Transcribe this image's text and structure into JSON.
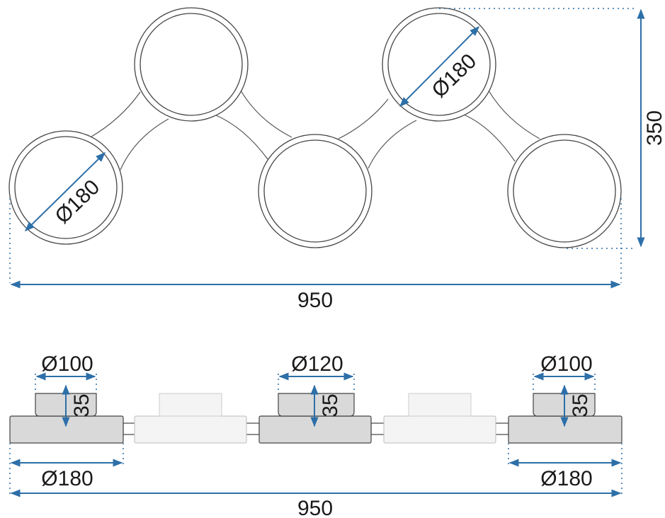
{
  "colors": {
    "dimension_line": "#2d6fa8",
    "outline": "#444444",
    "ring_fill": "#ffffff",
    "body_fill": "#d9d9d9",
    "light_fill": "#f4f4f4",
    "dotted": "#2d6fa8"
  },
  "top_view": {
    "width_label": "950",
    "height_label": "350",
    "diameter_left_label": "Ø180",
    "diameter_right_label": "Ø180"
  },
  "side_view": {
    "cap_left_label": "Ø100",
    "cap_center_label": "Ø120",
    "cap_right_label": "Ø100",
    "cap_height_left_label": "35",
    "cap_height_center_label": "35",
    "cap_height_right_label": "35",
    "base_left_label": "Ø180",
    "base_right_label": "Ø180",
    "total_width_label": "950"
  }
}
